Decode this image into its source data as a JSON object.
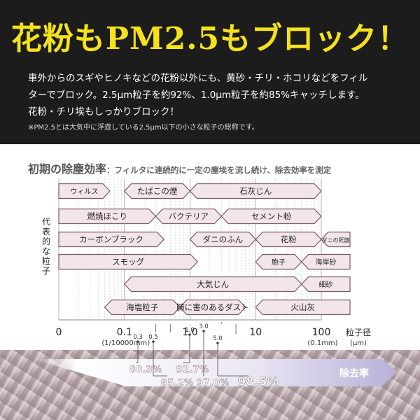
{
  "header": {
    "headline": "花粉もPM2.5もブロック！",
    "body_lines": [
      "車外からのスギやヒノキなどの花粉以外にも、黄砂・チリ・ホコリなどをフィル",
      "ターでブロック。2.5μm粒子を約92%、1.0μm粒子を約85%キャッチします。",
      "花粉・チリ埃もしっかりブロック！"
    ],
    "note": "※PM2.5とは大気中に浮遊している2.5μm以下の小さな粒子の総称です。"
  },
  "section": {
    "title": "初期の除塵効率",
    "subtitle": "：フィルタに連続的に一定の塵埃を流し続け、除去効率を測定"
  },
  "chart_data": {
    "type": "range-bar",
    "y_axis_label": "代表的な粒子",
    "x_axis_label": "粒子径",
    "x_unit": "(μm)",
    "x_scale": "log",
    "x_range": [
      0.01,
      100
    ],
    "x_ticks": [
      {
        "value": 0.01,
        "label": "0"
      },
      {
        "value": 0.1,
        "label": "0.1"
      },
      {
        "value": 1,
        "label": "1.0"
      },
      {
        "value": 10,
        "label": "10"
      },
      {
        "value": 100,
        "label": "100"
      }
    ],
    "x_sublabels": [
      {
        "value": 0.1,
        "label": "(1/10000mm)"
      },
      {
        "value": 100,
        "label": "(0.1mm)"
      }
    ],
    "particles": [
      {
        "name": "ウィルス",
        "min": 0.01,
        "max": 0.06,
        "row": 0
      },
      {
        "name": "たばこの煙",
        "min": 0.1,
        "max": 1.0,
        "row": 0
      },
      {
        "name": "石灰じん",
        "min": 1.0,
        "max": 100,
        "row": 0
      },
      {
        "name": "燃焼ほこり",
        "min": 0.01,
        "max": 0.3,
        "row": 1
      },
      {
        "name": "バクテリア",
        "min": 0.3,
        "max": 3.0,
        "row": 1
      },
      {
        "name": "セメント粉",
        "min": 3.0,
        "max": 100,
        "row": 1
      },
      {
        "name": "カーボンブラック",
        "min": 0.01,
        "max": 0.4,
        "row": 2
      },
      {
        "name": "ダニのふん",
        "min": 1.0,
        "max": 10,
        "row": 2
      },
      {
        "name": "花粉",
        "min": 10,
        "max": 100,
        "row": 2
      },
      {
        "name": "ダニの死骸",
        "min": 100,
        "max": 300,
        "row": 2
      },
      {
        "name": "スモッグ",
        "min": 0.01,
        "max": 1.3,
        "row": 3
      },
      {
        "name": "胞子",
        "min": 10,
        "max": 50,
        "row": 3
      },
      {
        "name": "海岸砂",
        "min": 50,
        "max": 300,
        "row": 3
      },
      {
        "name": "大気じん",
        "min": 0.1,
        "max": 50,
        "row": 4
      },
      {
        "name": "細砂",
        "min": 50,
        "max": 300,
        "row": 4
      },
      {
        "name": "海塩粒子",
        "min": 0.05,
        "max": 0.7,
        "row": 5
      },
      {
        "name": "肺に害のあるダスト",
        "min": 0.7,
        "max": 7,
        "row": 5
      },
      {
        "name": "火山灰",
        "min": 10,
        "max": 300,
        "row": 5
      }
    ],
    "efficiency_label": "除去率",
    "efficiency_points": [
      {
        "size": "0.3",
        "value": "80.3%"
      },
      {
        "size": "0.5",
        "value": "85.2%"
      },
      {
        "size": "1.0",
        "value": "92.7%"
      },
      {
        "size": "3.0",
        "value": "97.0%"
      },
      {
        "size": "5.0",
        "value": "98.5%"
      }
    ]
  }
}
